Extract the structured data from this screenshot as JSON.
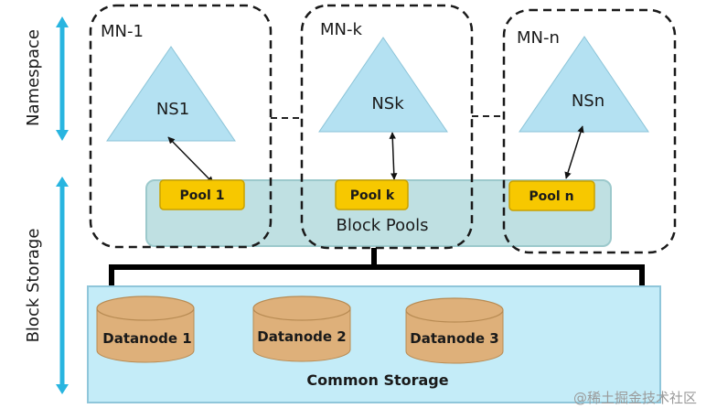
{
  "axis_labels": {
    "namespace": "Namespace",
    "block_storage": "Block Storage"
  },
  "namenodes": [
    {
      "label": "MN-1",
      "namespace": "NS1",
      "pool": "Pool 1"
    },
    {
      "label": "MN-k",
      "namespace": "NSk",
      "pool": "Pool k"
    },
    {
      "label": "MN-n",
      "namespace": "NSn",
      "pool": "Pool n"
    }
  ],
  "block_pools_label": "Block Pools",
  "datanodes": [
    "Datanode 1",
    "Datanode 2",
    "Datanode 3"
  ],
  "common_storage_label": "Common Storage",
  "watermark": "@稀土掘金技术社区",
  "colors": {
    "arrow_blue": "#29b5e0",
    "triangle_fill": "#b4e1f2",
    "pool_fill": "#f7c800",
    "block_pools_fill": "#bfe0e2",
    "storage_fill": "#c4ecf8",
    "datanode_fill": "#deb07a"
  }
}
